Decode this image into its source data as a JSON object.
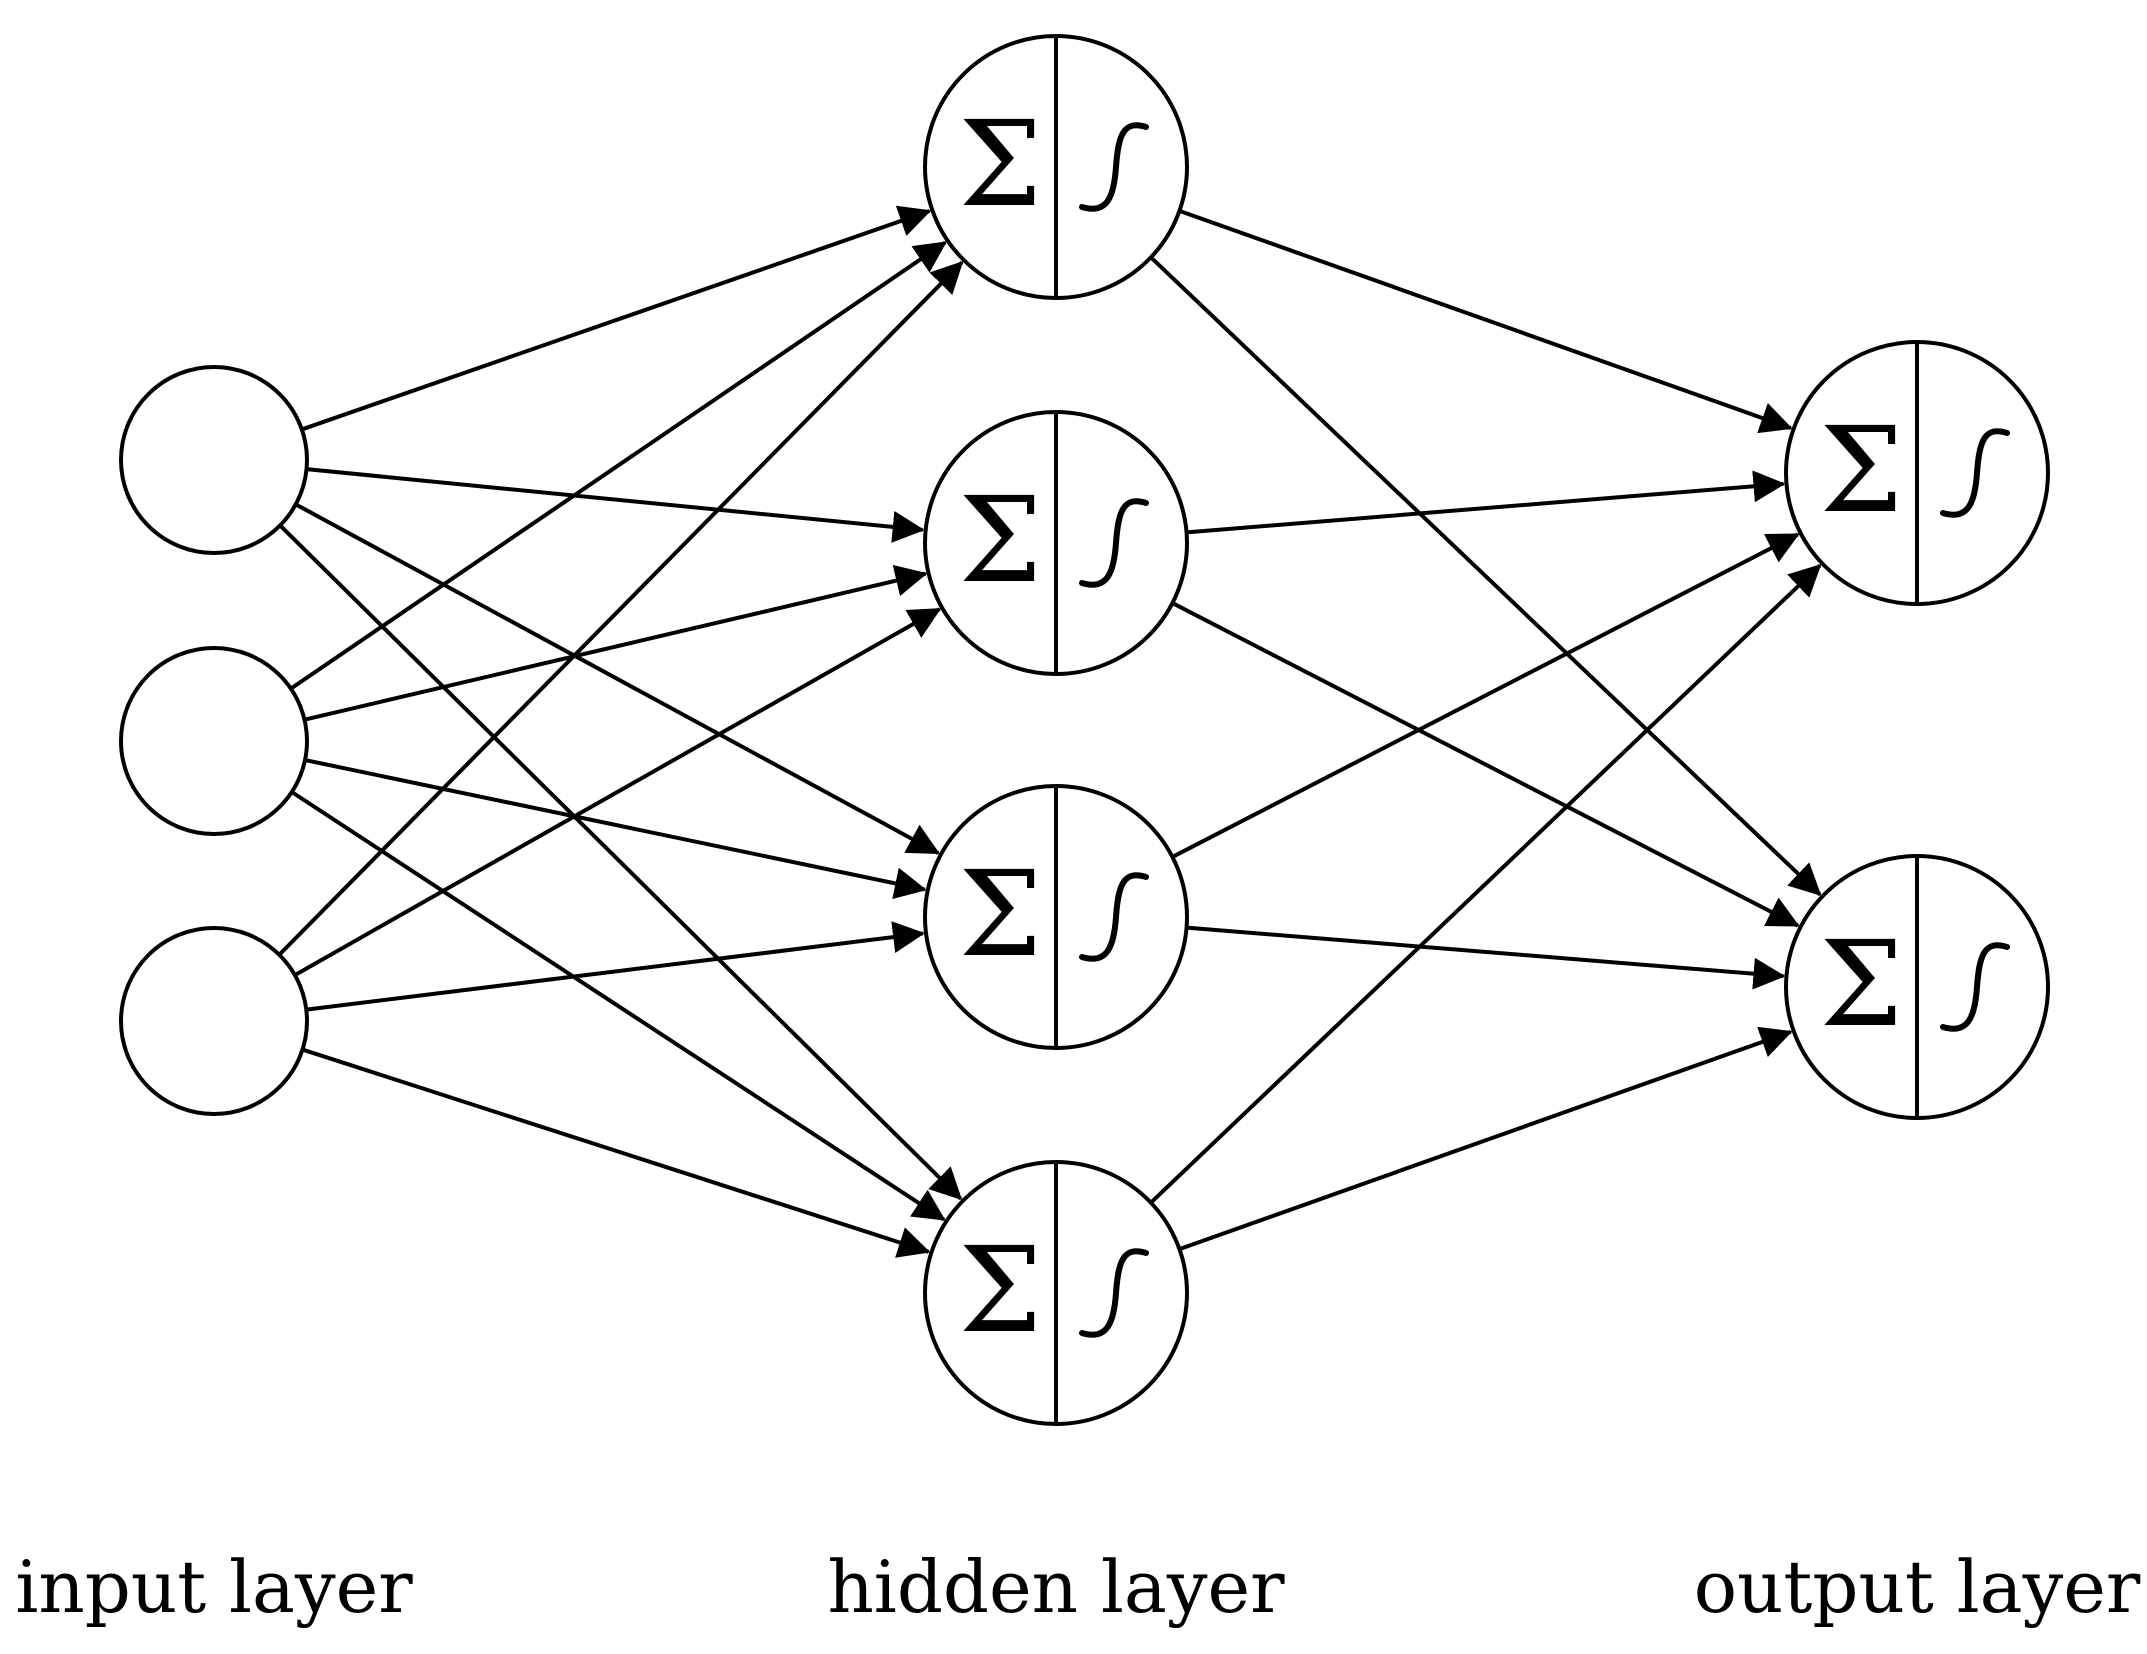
{
  "layers": [
    {
      "label": "input layer",
      "node_count": 3,
      "node_type": "input"
    },
    {
      "label": "hidden layer",
      "node_count": 4,
      "node_type": "sum-activation"
    },
    {
      "label": "output layer",
      "node_count": 2,
      "node_type": "sum-activation"
    }
  ],
  "node_symbols": {
    "sum": "Σ",
    "activation": "sigmoid-curve-icon"
  },
  "connections": "fully-connected-forward",
  "colors": {
    "stroke": "#000000",
    "background": "#ffffff"
  }
}
